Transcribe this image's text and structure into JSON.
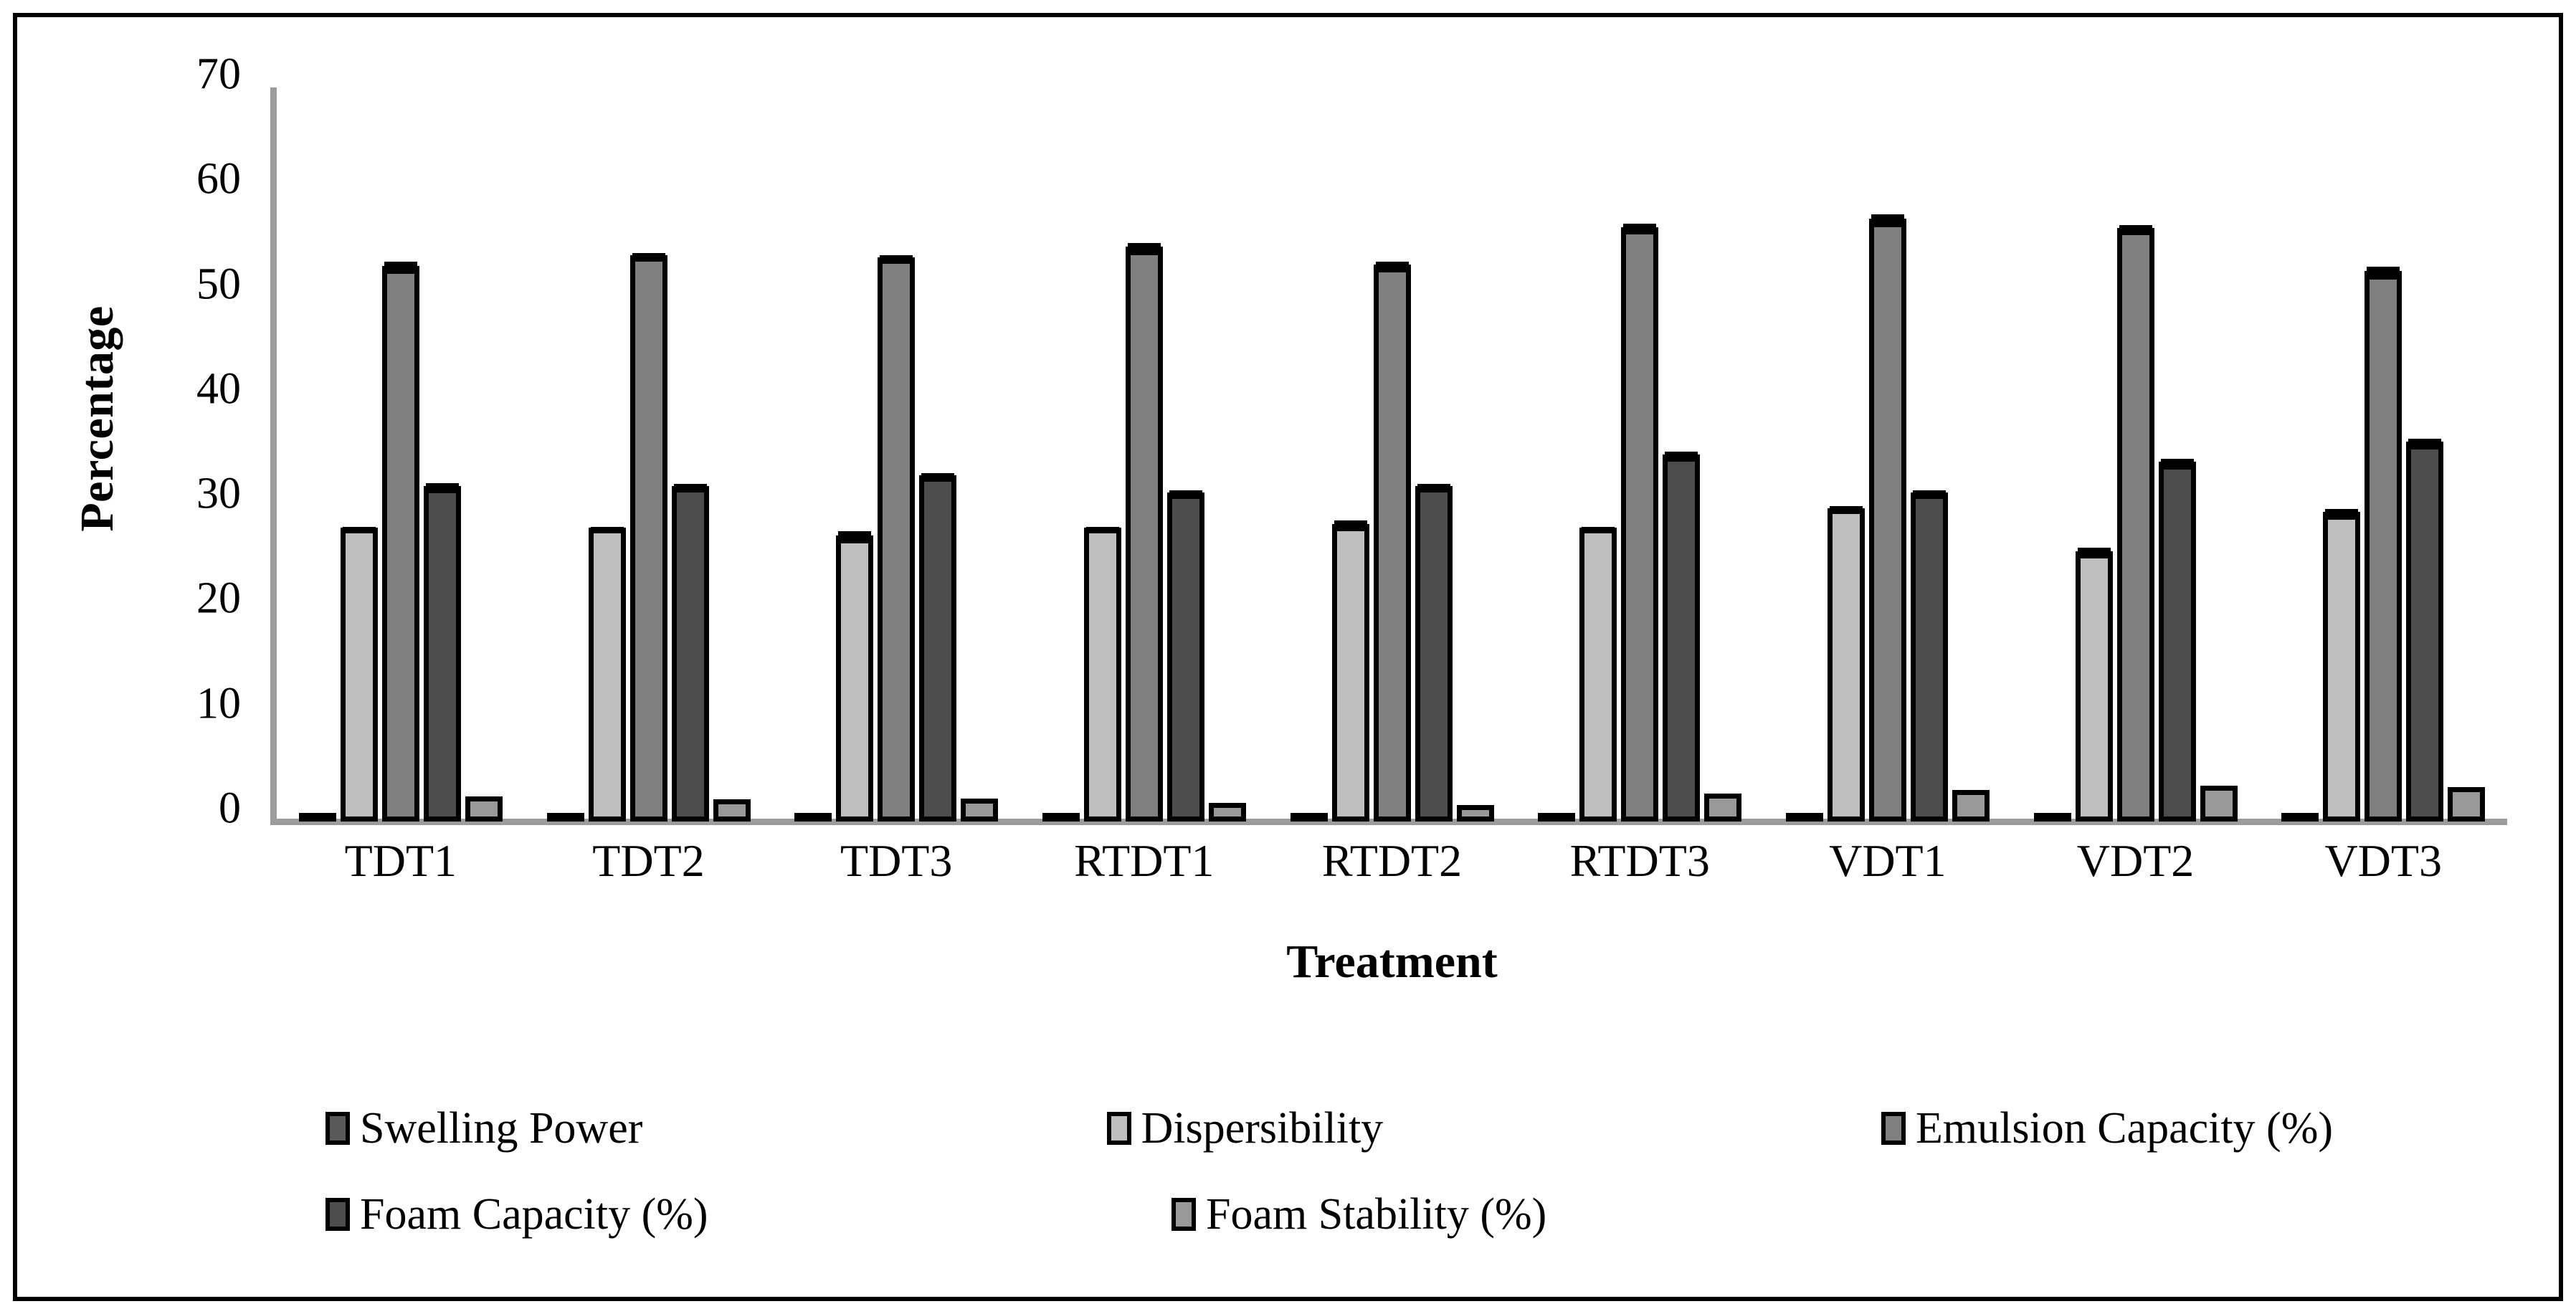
{
  "figure": {
    "border_color": "#000000",
    "background": "#ffffff"
  },
  "axes": {
    "y_title": "Percentage",
    "x_title": "Treatment",
    "y_ticks": [
      "0",
      "10",
      "20",
      "30",
      "40",
      "50",
      "60",
      "70"
    ],
    "axis_line_color": "#9c9c9c"
  },
  "legend": {
    "items": [
      {
        "label": "Swelling Power",
        "color": "#595959"
      },
      {
        "label": "Dispersibility",
        "color": "#bfbfbf"
      },
      {
        "label": "Emulsion Capacity (%)",
        "color": "#808080"
      },
      {
        "label": "Foam Capacity (%)",
        "color": "#4d4d4d"
      },
      {
        "label": "Foam Stability (%)",
        "color": "#999999"
      }
    ]
  },
  "chart_data": {
    "type": "bar",
    "title": "",
    "xlabel": "Treatment",
    "ylabel": "Percentage",
    "ylim": [
      0,
      70
    ],
    "ytick_step": 10,
    "grid": false,
    "legend_position": "bottom",
    "error_bars": true,
    "categories": [
      "TDT1",
      "TDT2",
      "TDT3",
      "RTDT1",
      "RTDT2",
      "RTDT3",
      "VDT1",
      "VDT2",
      "VDT3"
    ],
    "series": [
      {
        "name": "Swelling Power",
        "color": "#595959",
        "values": [
          0.3,
          0.3,
          0.3,
          0.3,
          0.3,
          0.3,
          0.4,
          0.4,
          0.5
        ],
        "errors": [
          0,
          0,
          0,
          0,
          0,
          0,
          0,
          0,
          0
        ]
      },
      {
        "name": "Dispersibility",
        "color": "#bfbfbf",
        "values": [
          28.0,
          28.0,
          27.3,
          28.0,
          28.4,
          28.0,
          29.9,
          25.8,
          29.5
        ],
        "errors": [
          0.3,
          0.3,
          0.6,
          0.3,
          0.5,
          0.3,
          0.4,
          0.5,
          0.5
        ]
      },
      {
        "name": "Emulsion Capacity (%)",
        "color": "#808080",
        "values": [
          53.0,
          54.0,
          53.8,
          54.8,
          53.1,
          56.7,
          57.5,
          56.6,
          52.5
        ],
        "errors": [
          0.6,
          0.4,
          0.4,
          0.6,
          0.5,
          0.5,
          0.6,
          0.5,
          0.6
        ]
      },
      {
        "name": "Foam Capacity (%)",
        "color": "#4d4d4d",
        "values": [
          32.0,
          32.0,
          33.0,
          31.4,
          32.0,
          35.0,
          31.4,
          34.3,
          36.2
        ],
        "errors": [
          0.5,
          0.4,
          0.4,
          0.4,
          0.4,
          0.5,
          0.4,
          0.5,
          0.5
        ]
      },
      {
        "name": "Foam Stability (%)",
        "color": "#999999",
        "values": [
          2.4,
          2.1,
          2.2,
          1.8,
          1.6,
          2.7,
          3.0,
          3.4,
          3.3
        ],
        "errors": [
          0,
          0,
          0,
          0,
          0,
          0,
          0,
          0,
          0
        ]
      }
    ]
  }
}
